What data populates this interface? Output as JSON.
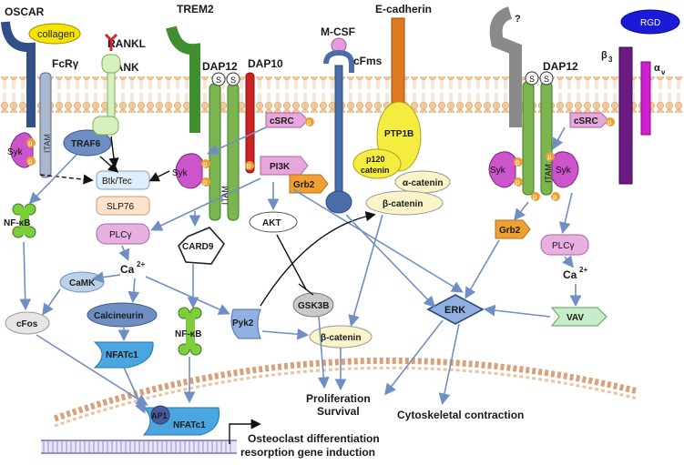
{
  "receptors": {
    "oscar": "OSCAR",
    "collagen": "collagen",
    "fcr": "FcRγ",
    "rankl": "RANKL",
    "rank": "RANK",
    "trem2": "TREM2",
    "dap12_left": "DAP12",
    "dap10": "DAP10",
    "mcsf": "M-CSF",
    "cfms": "cFms",
    "ecadherin": "E-cadherin",
    "unknown": "?",
    "rgd": "RGD",
    "dap12_right": "DAP12",
    "beta3": "β",
    "beta3_sub": "3",
    "alphav": "α",
    "alphav_sub": "v",
    "s": "S"
  },
  "molecules": {
    "syk": "Syk",
    "itam": "ITAM",
    "p": "p",
    "traf6": "TRAF6",
    "btk_tec": "Btk/Tec",
    "slp76": "SLP76",
    "plcg": "PLCγ",
    "csrc": "cSRC",
    "pi3k": "PI3K",
    "grb2": "Grb2",
    "akt": "AKT",
    "card9": "CARD9",
    "nfkb": "NF-κB",
    "ca": "Ca",
    "ca_sup": "2+",
    "camk": "CaMK",
    "cfos": "cFos",
    "calcineurin": "Calcineurin",
    "nfatc1": "NFATc1",
    "ap1": "AP1",
    "pyk2": "Pyk2",
    "gsk3b": "GSK3B",
    "bcatenin": "β-catenin",
    "ptp1b": "PTP1B",
    "p120": "p120",
    "catenin": "catenin",
    "acatenin": "α-catenin",
    "erk": "ERK",
    "vav": "VAV"
  },
  "outcomes": {
    "proliferation": "Proliferation",
    "survival": "Survival",
    "cytoskeletal": "Cytoskeletal contraction",
    "osteoclast_line1": "Osteoclast differentiation",
    "osteoclast_line2": "resorption gene induction"
  },
  "colors": {
    "membrane_head": "#f2c99a",
    "membrane_tail": "#f8e6cf",
    "syk": "#cc55cc",
    "p_badge": "#f0a030",
    "blue_protein": "#6f8fc4",
    "green_receptor": "#3f8f2f",
    "nucleus": "#d9a07a",
    "dna": "#7070c0"
  }
}
